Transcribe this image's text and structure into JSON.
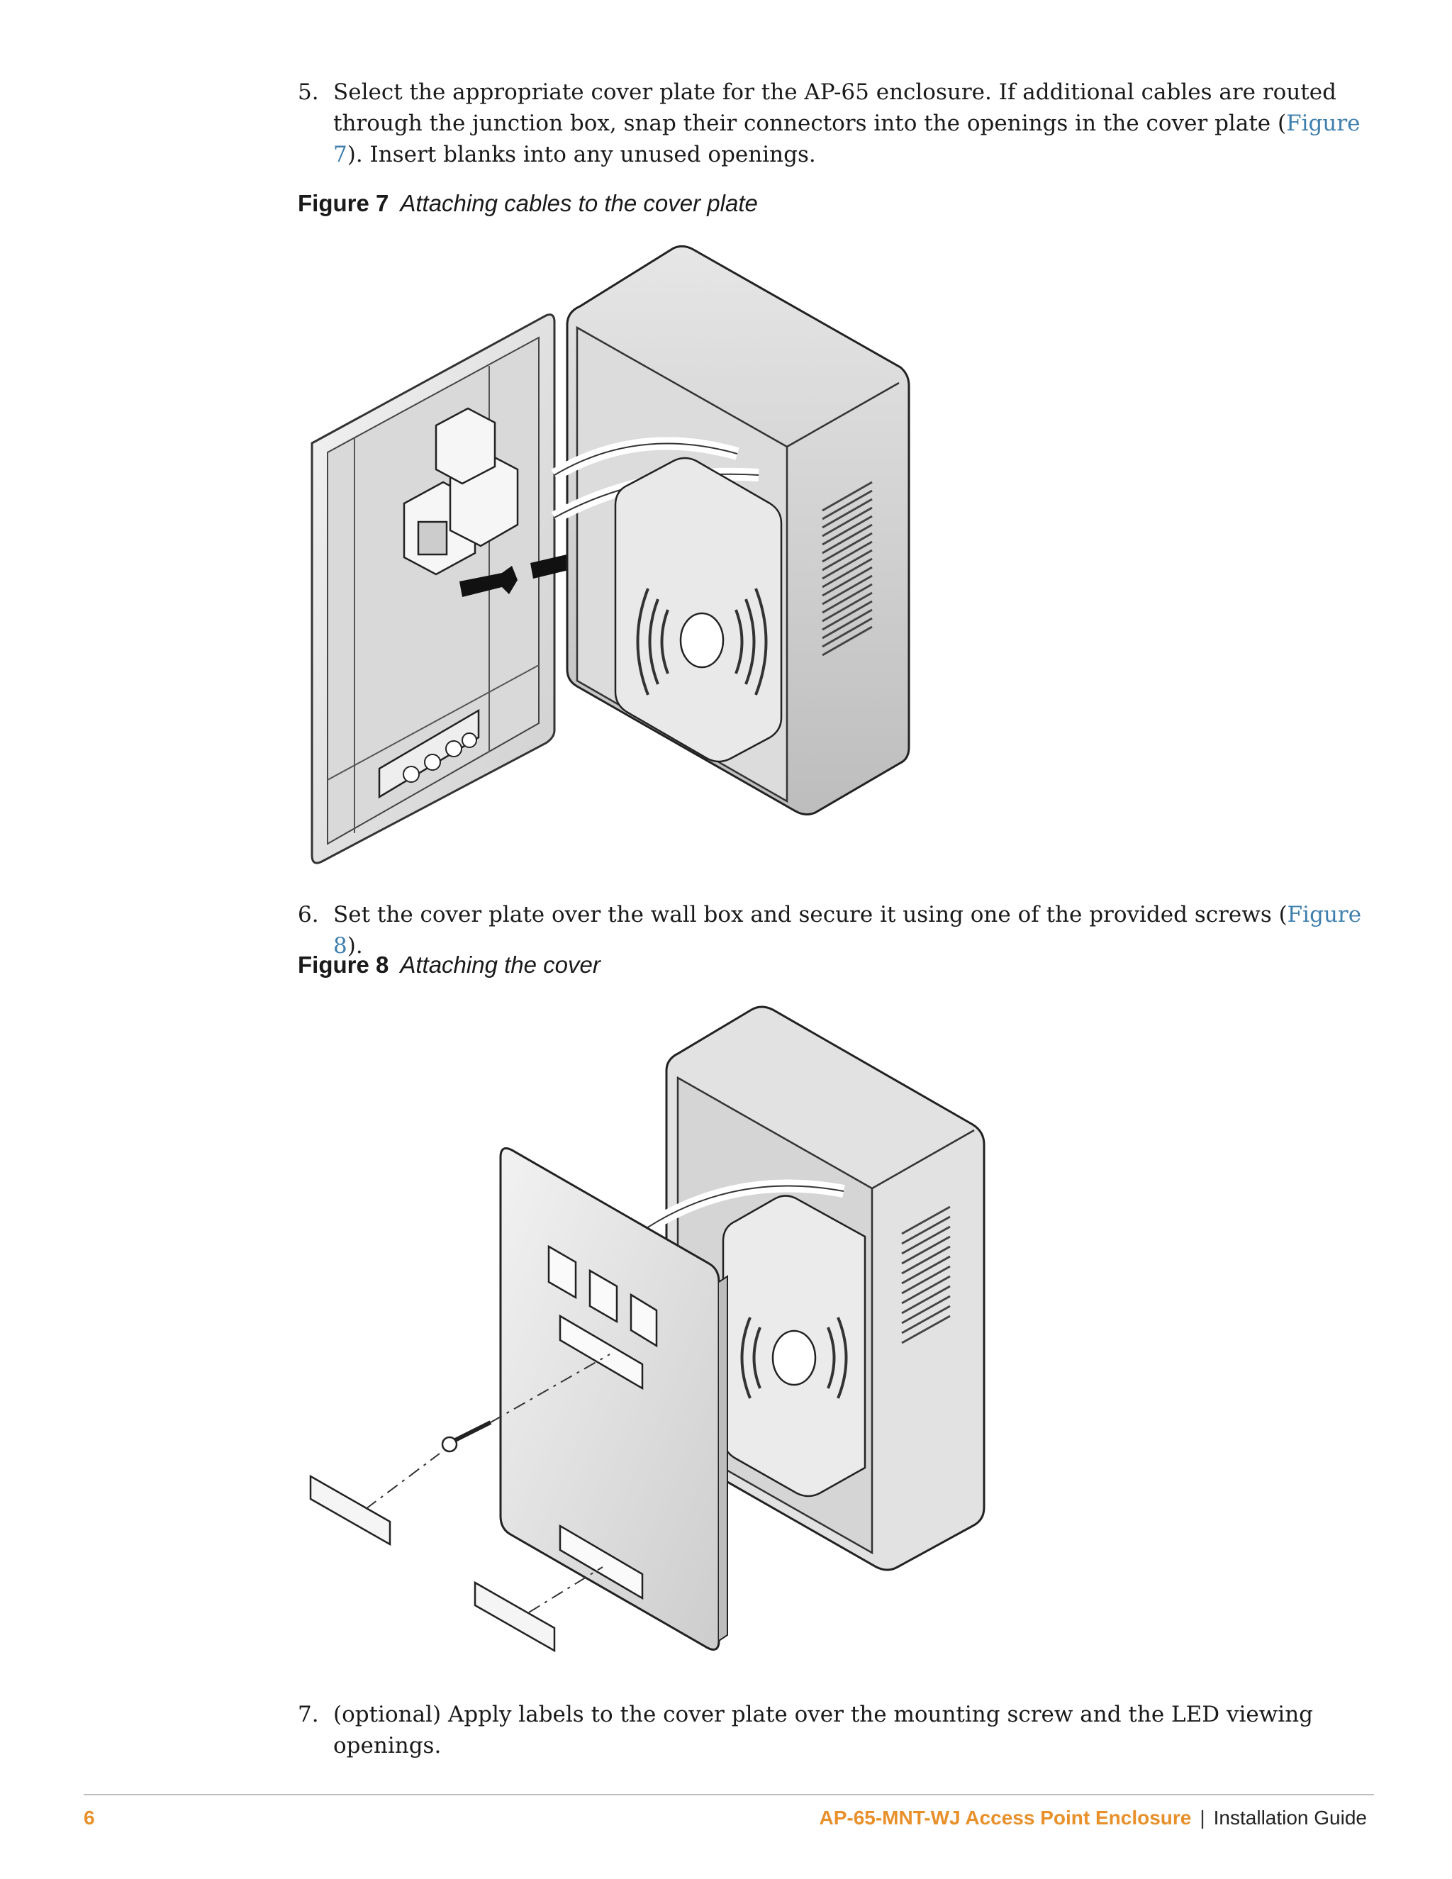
{
  "steps": [
    {
      "number": "5.",
      "pre": "Select the appropriate cover plate for the AP-65 enclosure. If additional cables are routed through the junction box, snap their connectors into the openings in the cover plate (",
      "link": "Figure 7",
      "post": "). Insert blanks into any unused openings."
    },
    {
      "number": "6.",
      "pre": "Set the cover plate over the wall box and secure it using one of the provided screws (",
      "link": "Figure 8",
      "post": ")."
    },
    {
      "number": "7.",
      "pre": "(optional) Apply labels to the cover plate over the mounting screw and the LED viewing openings.",
      "link": "",
      "post": ""
    }
  ],
  "figures": [
    {
      "label": "Figure 7",
      "title": "Attaching cables to the cover plate"
    },
    {
      "label": "Figure 8",
      "title": "Attaching the cover"
    }
  ],
  "footer": {
    "page_number": "6",
    "product": "AP-65-MNT-WJ Access Point Enclosure",
    "separator": "|",
    "doc_type": "Installation Guide"
  },
  "colors": {
    "accent": "#e8902a",
    "link": "#3f7fad"
  }
}
